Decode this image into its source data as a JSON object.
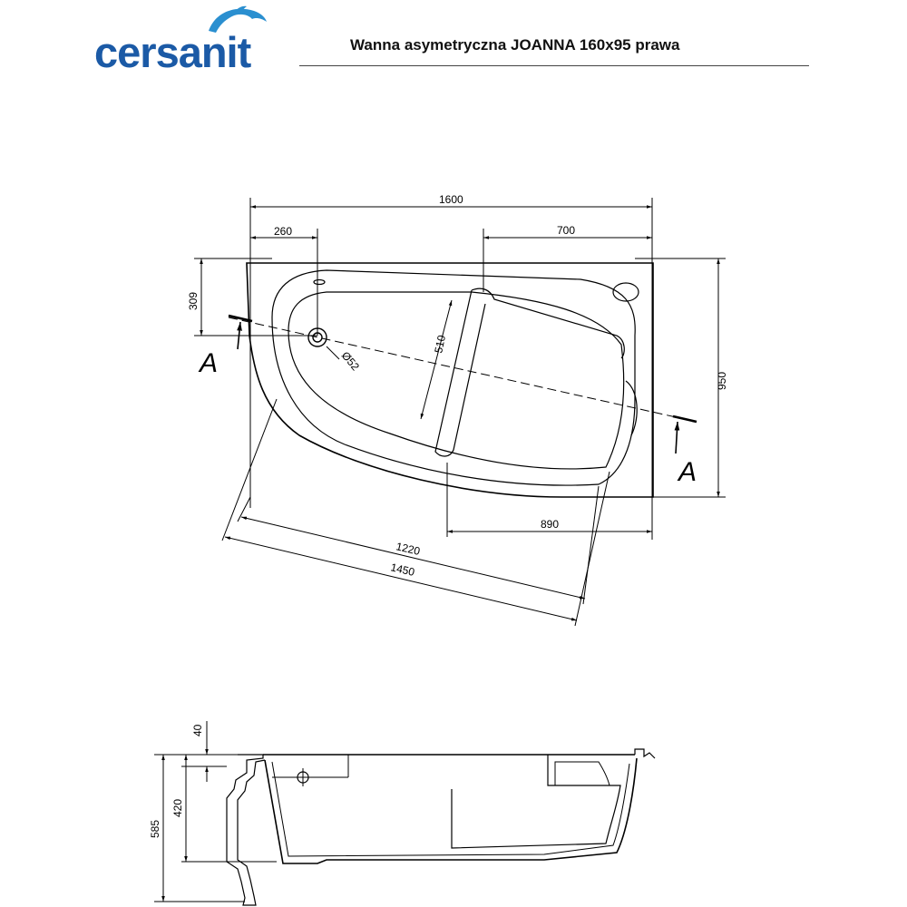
{
  "brand": {
    "name": "cersanit",
    "color": "#1b5aa6",
    "logo_icon": "dolphin-icon"
  },
  "title": "Wanna asymetryczna JOANNA 160x95 prawa",
  "plan_view": {
    "dimensions": {
      "overall_length": "1600",
      "drain_offset": "260",
      "backrest_length": "700",
      "drain_depth": "309",
      "overall_depth": "950",
      "inner_width": "510",
      "drain_diameter": "Ø52",
      "front_straight": "890",
      "diagonal_inner": "1220",
      "diagonal_outer": "1450"
    },
    "section_marker": "A"
  },
  "section_view": {
    "dimensions": {
      "rim_height": "40",
      "inner_depth": "420",
      "total_height": "585"
    }
  }
}
